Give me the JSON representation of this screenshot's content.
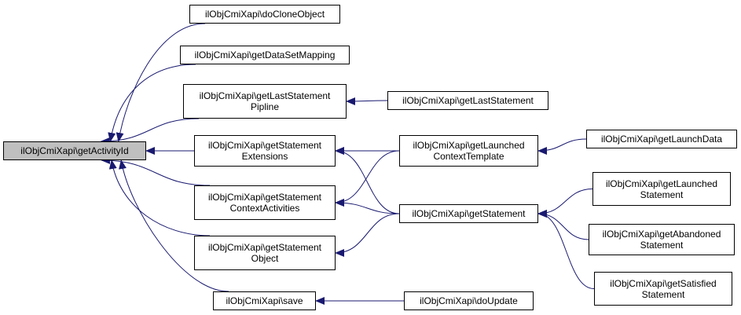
{
  "graph": {
    "edge_color": "#191970",
    "root_fill": "#bfbfbf",
    "nodes": {
      "root": {
        "lines": [
          "ilObjCmiXapi\\getActivityId"
        ]
      },
      "clone": {
        "lines": [
          "ilObjCmiXapi\\doCloneObject"
        ]
      },
      "dataset": {
        "lines": [
          "ilObjCmiXapi\\getDataSetMapping"
        ]
      },
      "lastpipline": {
        "lines": [
          "ilObjCmiXapi\\getLastStatement",
          "Pipline"
        ]
      },
      "lastst": {
        "lines": [
          "ilObjCmiXapi\\getLastStatement"
        ]
      },
      "stext": {
        "lines": [
          "ilObjCmiXapi\\getStatement",
          "Extensions"
        ]
      },
      "launchctx": {
        "lines": [
          "ilObjCmiXapi\\getLaunched",
          "ContextTemplate"
        ]
      },
      "launchdata": {
        "lines": [
          "ilObjCmiXapi\\getLaunchData"
        ]
      },
      "sctx": {
        "lines": [
          "ilObjCmiXapi\\getStatement",
          "ContextActivities"
        ]
      },
      "getst": {
        "lines": [
          "ilObjCmiXapi\\getStatement"
        ]
      },
      "launchedst": {
        "lines": [
          "ilObjCmiXapi\\getLaunched",
          "Statement"
        ]
      },
      "abandoned": {
        "lines": [
          "ilObjCmiXapi\\getAbandoned",
          "Statement"
        ]
      },
      "sobj": {
        "lines": [
          "ilObjCmiXapi\\getStatement",
          "Object"
        ]
      },
      "satisfied": {
        "lines": [
          "ilObjCmiXapi\\getSatisfied",
          "Statement"
        ]
      },
      "save": {
        "lines": [
          "ilObjCmiXapi\\save"
        ]
      },
      "update": {
        "lines": [
          "ilObjCmiXapi\\doUpdate"
        ]
      }
    },
    "edges": [
      {
        "from": "clone",
        "to": "root"
      },
      {
        "from": "dataset",
        "to": "root"
      },
      {
        "from": "lastpipline",
        "to": "root"
      },
      {
        "from": "stext",
        "to": "root"
      },
      {
        "from": "sctx",
        "to": "root"
      },
      {
        "from": "sobj",
        "to": "root"
      },
      {
        "from": "save",
        "to": "root"
      },
      {
        "from": "lastst",
        "to": "lastpipline"
      },
      {
        "from": "launchctx",
        "to": "stext"
      },
      {
        "from": "getst",
        "to": "stext"
      },
      {
        "from": "launchctx",
        "to": "sctx"
      },
      {
        "from": "getst",
        "to": "sctx"
      },
      {
        "from": "getst",
        "to": "sobj"
      },
      {
        "from": "launchdata",
        "to": "launchctx"
      },
      {
        "from": "launchedst",
        "to": "getst"
      },
      {
        "from": "abandoned",
        "to": "getst"
      },
      {
        "from": "satisfied",
        "to": "getst"
      },
      {
        "from": "update",
        "to": "save"
      }
    ]
  }
}
